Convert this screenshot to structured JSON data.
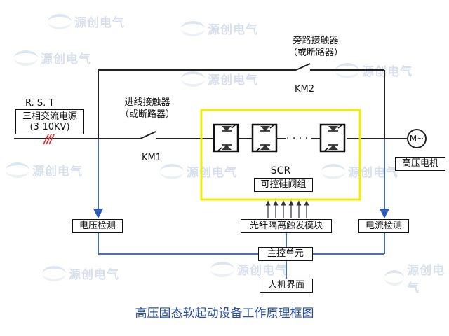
{
  "source": {
    "phases": "R.  S. T",
    "name": "三相交流电源",
    "voltage": "(3-10KV)"
  },
  "bypass": {
    "line1": "旁路接触器",
    "line2": "（或断路器）",
    "switch": "KM2"
  },
  "incoming": {
    "line1": "进线接触器",
    "line2": "（或断路器）",
    "switch": "KM1"
  },
  "scr": {
    "dots": "· · · ·",
    "name": "SCR",
    "desc": "可控硅阀组"
  },
  "motor": {
    "symbol": "M~",
    "label": "高压电机"
  },
  "boxes": {
    "voltage_detect": "电压检测",
    "trigger_module": "光纤隔离触发模块",
    "current_detect": "电流检测",
    "main_control": "主控单元",
    "hmi": "人机界面"
  },
  "title": "高压固态软起动设备工作原理框图",
  "watermark": "源创电气",
  "colors": {
    "line": "#222222",
    "signal": "#2f5bb7",
    "scr_frame": "#f2ec00",
    "title": "#2a4fa3"
  }
}
